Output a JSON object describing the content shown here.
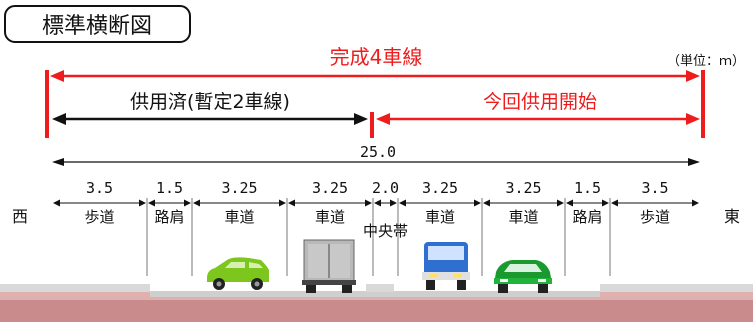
{
  "title": "標準横断図",
  "unit_note": "（単位：ｍ）",
  "completion_label": "完成4車線",
  "provisional_label": "供用済(暫定2車線)",
  "new_service_label": "今回供用開始",
  "total_width": "25.0",
  "west_label": "西",
  "east_label": "東",
  "widths": [
    "3.5",
    "1.5",
    "3.25",
    "3.25",
    "2.0",
    "3.25",
    "3.25",
    "1.5",
    "3.5"
  ],
  "segment_names": [
    "歩道",
    "路肩",
    "車道",
    "車道",
    "中央帯",
    "車道",
    "車道",
    "路肩",
    "歩道"
  ],
  "colors": {
    "accent_red": "#ee1c1c",
    "road_surface": "#d9d9d9",
    "ground": "#c98b8b",
    "car_green": "#7cc61e",
    "car_green_dark": "#1a9a2e",
    "truck_grey": "#b8b8b8",
    "van_blue": "#2f6fd0"
  },
  "icons": [
    "sedan-car-icon",
    "truck-icon",
    "van-icon",
    "compact-car-icon"
  ]
}
